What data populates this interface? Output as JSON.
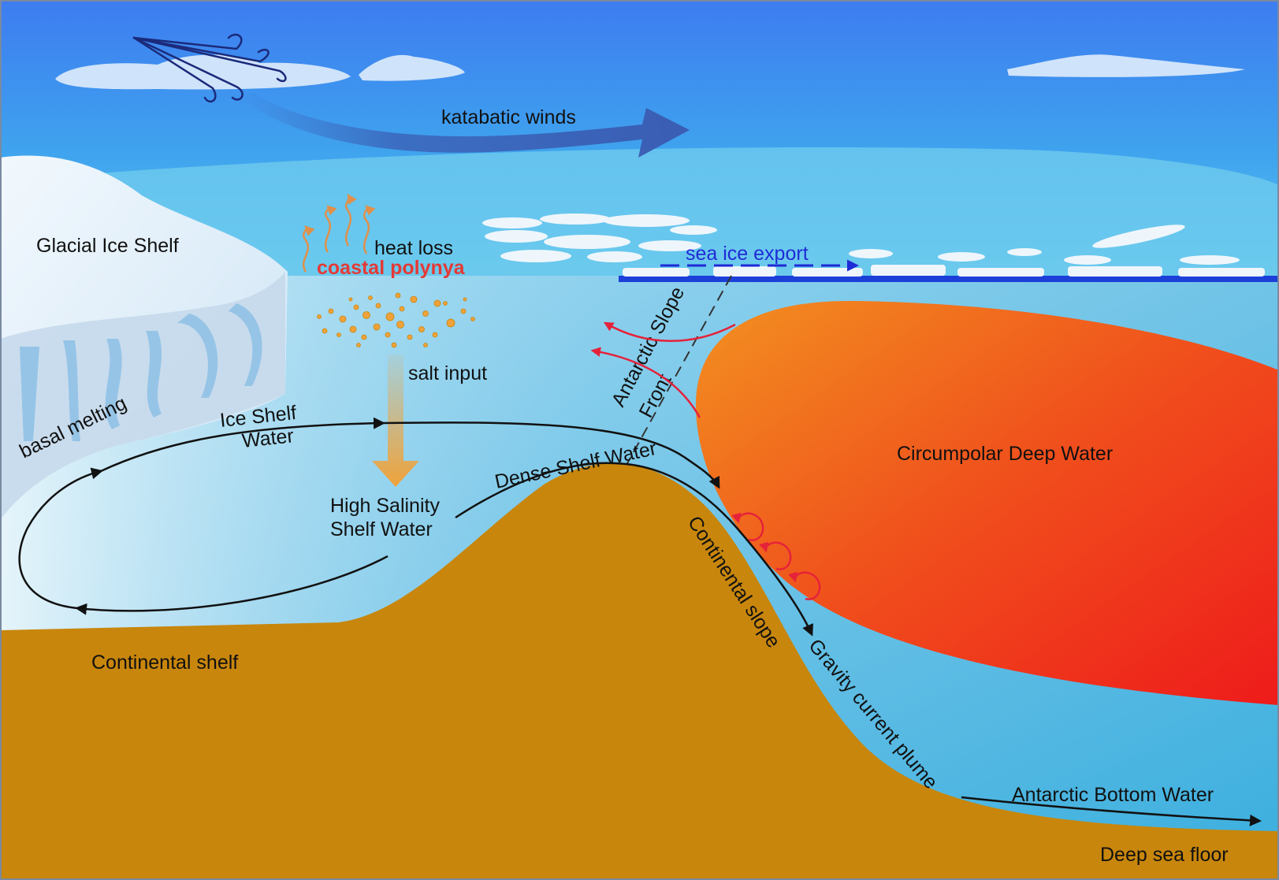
{
  "labels": {
    "katabatic_winds": "katabatic winds",
    "glacial_ice_shelf": "Glacial Ice Shelf",
    "heat_loss": "heat loss",
    "coastal_polynya": "coastal polynya",
    "sea_ice_export": "sea ice export",
    "salt_input": "salt input",
    "antarctic_slope_front_line1": "Antarctic Slope",
    "antarctic_slope_front_line2": "Front",
    "basal_melting": "basal melting",
    "ice_shelf_water_line1": "Ice Shelf",
    "ice_shelf_water_line2": "Water",
    "dense_shelf_water": "Dense Shelf Water",
    "circumpolar_deep_water": "Circumpolar Deep Water",
    "hssw_line1": "High Salinity",
    "hssw_line2": "Shelf Water",
    "continental_slope": "Continental slope",
    "gravity_current_plume": "Gravity current plume",
    "continental_shelf": "Continental shelf",
    "antarctic_bottom_water": "Antarctic Bottom Water",
    "deep_sea_floor": "Deep sea floor"
  },
  "colors": {
    "sky_top": "#3f7ff0",
    "sky_bottom": "#5cc2ee",
    "ocean": "#67bde3",
    "seabed": "#c8860c",
    "cdw_light": "#f08a1c",
    "cdw_dark": "#ee1b1b",
    "wind_arrow": "#3a5db3",
    "heat_arrow": "#e0904a",
    "salt_arrow": "#f0a23a",
    "label_red": "#e53935",
    "label_blue": "#1f2bd6"
  },
  "icons": {
    "wind": "wind-gust-icon",
    "cloud": "cloud-icon"
  }
}
